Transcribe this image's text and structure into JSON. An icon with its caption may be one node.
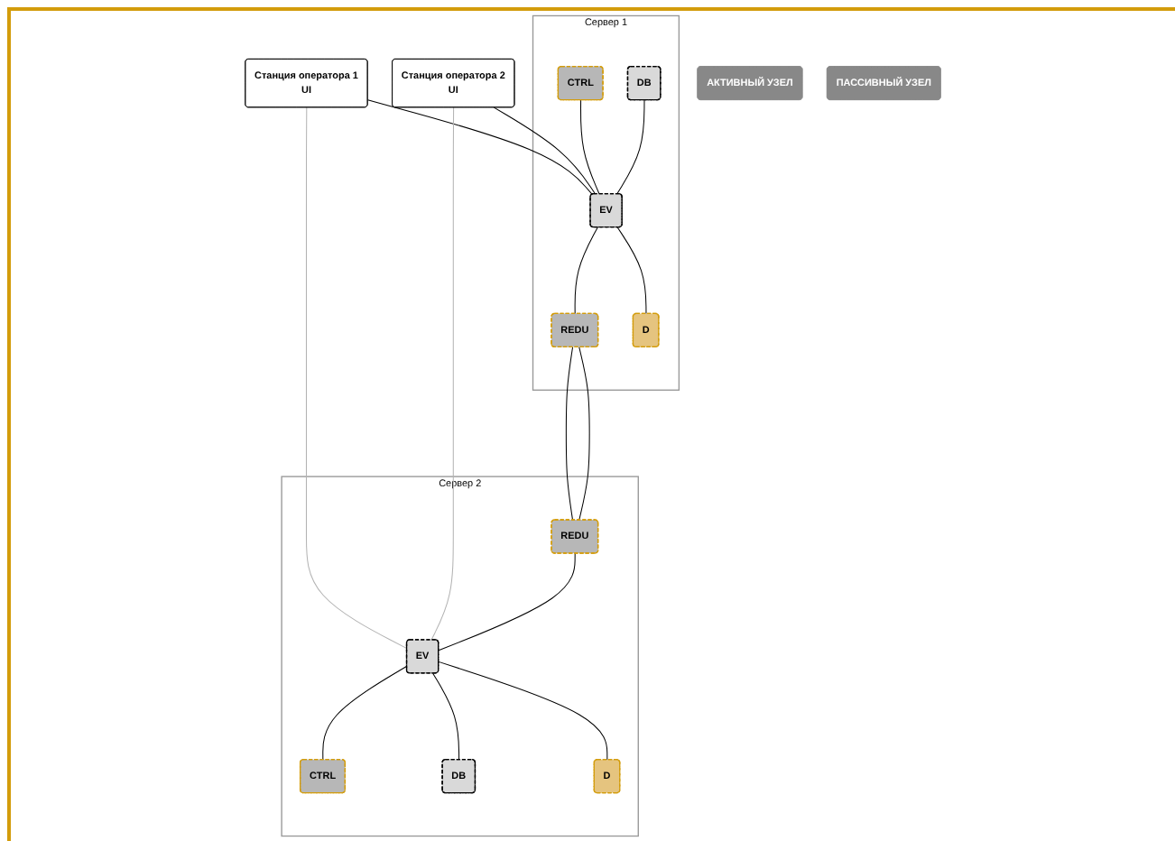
{
  "diagram": {
    "nodes": [
      {
        "text": [
          "Станция оператора 1",
          "UI"
        ]
      },
      {
        "text": [
          "Станция оператора 2",
          "UI"
        ]
      },
      {
        "text": [
          "Сервер 1"
        ]
      },
      {
        "text": [
          "CTRL"
        ],
        "in": 2
      },
      {
        "text": [
          "DB"
        ],
        "in": 2
      },
      {
        "text": [
          "EV"
        ],
        "in": 2
      },
      {
        "text": [
          "REDU"
        ],
        "in": 2
      },
      {
        "text": [
          "D"
        ],
        "in": 2
      },
      {
        "text": [
          "Сервер 2"
        ]
      },
      {
        "text": [
          "REDU"
        ],
        "in": 8
      },
      {
        "text": [
          "EV"
        ],
        "in": 8
      },
      {
        "text": [
          "CTRL"
        ],
        "in": 8
      },
      {
        "text": [
          "DB"
        ],
        "in": 8
      },
      {
        "text": [
          "D"
        ],
        "in": 8
      },
      {
        "text": [
          "АКТИВНЫЙ УЗЕЛ"
        ]
      },
      {
        "text": [
          "ПАССИВНЫЙ УЗЕЛ"
        ]
      }
    ],
    "edges": [
      {
        "from": 0,
        "to": 5,
        "arrow": "none"
      },
      {
        "from": 0,
        "to": 10,
        "arrow": "none",
        "color": "#b3b3b3"
      },
      {
        "from": 1,
        "to": 5,
        "arrow": "none"
      },
      {
        "from": 1,
        "to": 10,
        "arrow": "none",
        "color": "#b3b3b3"
      },
      {
        "from": 3,
        "to": 5,
        "arrow": "none"
      },
      {
        "from": 4,
        "to": 5,
        "arrow": "none"
      },
      {
        "from": 5,
        "to": 6,
        "arrow": "none"
      },
      {
        "from": 5,
        "to": 7,
        "arrow": "none"
      },
      {
        "from": 6,
        "to": 9,
        "arrow": "none"
      },
      {
        "from": 6,
        "to": 9,
        "arrow": "none"
      },
      {
        "from": 9,
        "to": 10,
        "arrow": "none"
      },
      {
        "from": 10,
        "to": 11,
        "arrow": "none"
      },
      {
        "from": 10,
        "to": 12,
        "arrow": "none"
      },
      {
        "from": 10,
        "to": 13,
        "arrow": "none"
      }
    ]
  }
}
